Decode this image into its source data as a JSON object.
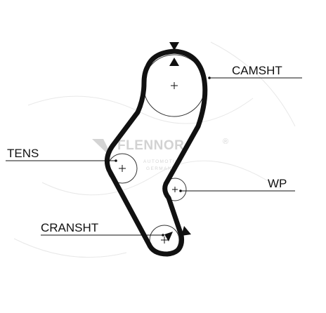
{
  "diagram": {
    "labels": {
      "camshaft": "CAMSHT",
      "tensioner": "TENS",
      "water_pump": "WP",
      "crankshaft": "CRANSHT"
    },
    "watermark": {
      "brand": "FLENNOR",
      "registered": "®",
      "line1": "AUTOMOTIVE",
      "line2": "GERMANY"
    },
    "colors": {
      "belt": "#111111",
      "pulley": "#333333",
      "watermark": "#d2d2d2",
      "background": "#ffffff"
    },
    "icons": [
      "timing-mark-arrow-top",
      "timing-mark-arrow-crank",
      "center-cross"
    ]
  }
}
